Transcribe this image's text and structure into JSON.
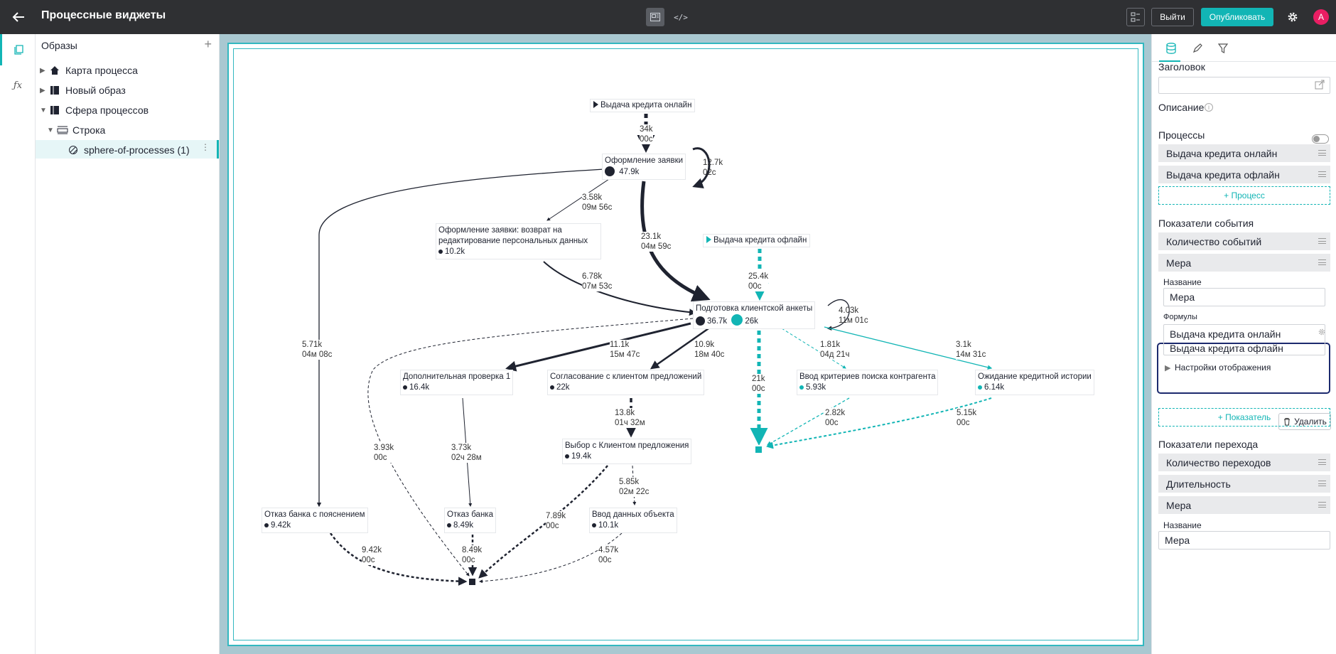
{
  "header": {
    "title": "Процессные виджеты",
    "code_label": "</>",
    "exit_label": "Выйти",
    "publish_label": "Опубликовать",
    "avatar_letter": "A",
    "accent": "#12b5b5",
    "bar_color": "#2f3033"
  },
  "tree": {
    "heading": "Образы",
    "add_symbol": "+",
    "items": [
      {
        "label": "Карта процесса",
        "icon": "home-icon"
      },
      {
        "label": "Новый образ",
        "icon": "table-icon"
      },
      {
        "label": "Сфера процессов",
        "icon": "table-icon"
      },
      {
        "label": "Строка",
        "icon": "row-icon"
      },
      {
        "label": "sphere-of-processes (1)",
        "icon": "widget-icon"
      }
    ],
    "kebab": "⋮"
  },
  "graph": {
    "starts": [
      {
        "label": "Выдача кредита онлайн"
      },
      {
        "label": "Выдача кредита офлайн"
      }
    ],
    "nodes": [
      {
        "name": "Оформление заявки",
        "values": [
          "47.9k"
        ]
      },
      {
        "name": "Оформление заявки: возврат на",
        "name2": "редактирование персональных данных",
        "values": [
          "10.2k"
        ]
      },
      {
        "name": "Подготовка клиентской анкеты",
        "values": [
          "36.7k",
          "26k"
        ]
      },
      {
        "name": "Дополнительная проверка 1",
        "values": [
          "16.4k"
        ]
      },
      {
        "name": "Согласование с клиентом предложений",
        "values": [
          "22k"
        ]
      },
      {
        "name": "Выбор с Клиентом предложения",
        "values": [
          "19.4k"
        ]
      },
      {
        "name": "Ввод данных объекта",
        "values": [
          "10.1k"
        ]
      },
      {
        "name": "Отказ банка с пояснением",
        "values": [
          "9.42k"
        ]
      },
      {
        "name": "Отказ банка",
        "values": [
          "8.49k"
        ]
      },
      {
        "name": "Ввод критериев поиска контрагента",
        "values": [
          "5.93k"
        ]
      },
      {
        "name": "Ожидание кредитной истории",
        "values": [
          "6.14k"
        ]
      }
    ],
    "edges": [
      {
        "count": "34k",
        "time": "00с"
      },
      {
        "count": "12.7k",
        "time": "02с"
      },
      {
        "count": "3.58k",
        "time": "09м 56с"
      },
      {
        "count": "23.1k",
        "time": "04м 59с"
      },
      {
        "count": "6.78k",
        "time": "07м 53с"
      },
      {
        "count": "25.4k",
        "time": "00с"
      },
      {
        "count": "4.03k",
        "time": "11м 01с"
      },
      {
        "count": "5.71k",
        "time": "04м 08с"
      },
      {
        "count": "11.1k",
        "time": "15м 47с"
      },
      {
        "count": "10.9k",
        "time": "18м 40с"
      },
      {
        "count": "1.81k",
        "time": "04д 21ч"
      },
      {
        "count": "3.1k",
        "time": "14м 31с"
      },
      {
        "count": "21k",
        "time": "00с"
      },
      {
        "count": "13.8k",
        "time": "01ч 32м"
      },
      {
        "count": "3.73k",
        "time": "02ч 28м"
      },
      {
        "count": "3.93k",
        "time": "00с"
      },
      {
        "count": "2.82k",
        "time": "00с"
      },
      {
        "count": "5.15k",
        "time": "00с"
      },
      {
        "count": "5.85k",
        "time": "02м 22с"
      },
      {
        "count": "7.89k",
        "time": "00с"
      },
      {
        "count": "9.42k",
        "time": "00с"
      },
      {
        "count": "8.49k",
        "time": "00с"
      },
      {
        "count": "4.57k",
        "time": "00с"
      }
    ]
  },
  "panel": {
    "title_label": "Заголовок",
    "title_value": "",
    "description_label": "Описание",
    "processes_label": "Процессы",
    "processes": [
      "Выдача кредита онлайн",
      "Выдача кредита офлайн"
    ],
    "add_process": "+ Процесс",
    "event_metrics_label": "Показатели события",
    "event_metrics": [
      "Количество событий",
      "Мера"
    ],
    "name_label": "Название",
    "name_value": "Мера",
    "formulas_label": "Формулы",
    "formulas": [
      "Выдача кредита онлайн",
      "Выдача кредита офлайн"
    ],
    "display_settings": "Настройки отображения",
    "delete_label": "Удалить",
    "add_metric": "+ Показатель",
    "transition_metrics_label": "Показатели перехода",
    "transition_metrics": [
      "Количество переходов",
      "Длительность",
      "Мера"
    ],
    "name_label_2": "Название",
    "name_value_2": "Мера"
  }
}
